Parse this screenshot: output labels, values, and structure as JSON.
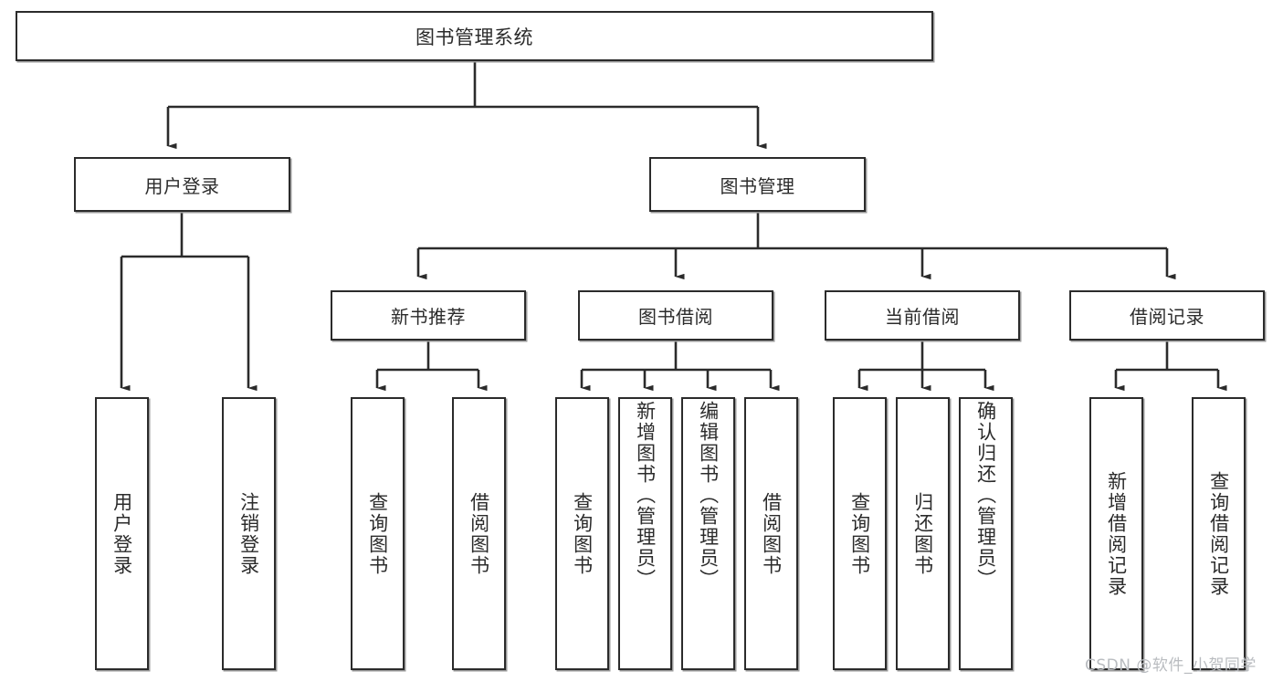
{
  "diagram": {
    "type": "tree",
    "title": "图书管理系统",
    "orientation": "top-down",
    "edge_style": "orthogonal-arrow",
    "colors": {
      "node_border": "#2b2b2b",
      "node_fill": "#ffffff",
      "edge": "#2b2b2b",
      "watermark": "#b9bcc0"
    }
  },
  "root": {
    "label": "图书管理系统"
  },
  "level1": [
    {
      "id": "user-login",
      "label": "用户登录"
    },
    {
      "id": "book-manage",
      "label": "图书管理"
    }
  ],
  "level2": [
    {
      "id": "new-book-recommend",
      "label": "新书推荐",
      "parent": "book-manage"
    },
    {
      "id": "book-borrow",
      "label": "图书借阅",
      "parent": "book-manage"
    },
    {
      "id": "current-borrow",
      "label": "当前借阅",
      "parent": "book-manage"
    },
    {
      "id": "borrow-record",
      "label": "借阅记录",
      "parent": "book-manage"
    }
  ],
  "leaves": [
    {
      "id": "leaf-user-login",
      "label": "用户登录",
      "parent": "user-login"
    },
    {
      "id": "leaf-logout-login",
      "label": "注销登录",
      "parent": "user-login"
    },
    {
      "id": "leaf-query-book-1",
      "label": "查询图书",
      "parent": "new-book-recommend"
    },
    {
      "id": "leaf-borrow-book-1",
      "label": "借阅图书",
      "parent": "new-book-recommend"
    },
    {
      "id": "leaf-query-book-2",
      "label": "查询图书",
      "parent": "book-borrow"
    },
    {
      "id": "leaf-add-book",
      "label": "新增图书（管理员）",
      "parent": "book-borrow"
    },
    {
      "id": "leaf-edit-book",
      "label": "编辑图书（管理员）",
      "parent": "book-borrow"
    },
    {
      "id": "leaf-borrow-book-2",
      "label": "借阅图书",
      "parent": "book-borrow"
    },
    {
      "id": "leaf-query-book-3",
      "label": "查询图书",
      "parent": "current-borrow"
    },
    {
      "id": "leaf-return-book",
      "label": "归还图书",
      "parent": "current-borrow"
    },
    {
      "id": "leaf-confirm-return",
      "label": "确认归还（管理员）",
      "parent": "current-borrow"
    },
    {
      "id": "leaf-add-borrow-record",
      "label": "新增借阅记录",
      "parent": "borrow-record"
    },
    {
      "id": "leaf-query-borrow-record",
      "label": "查询借阅记录",
      "parent": "borrow-record"
    }
  ],
  "watermark": {
    "text": "CSDN @软件_小贺同学"
  }
}
